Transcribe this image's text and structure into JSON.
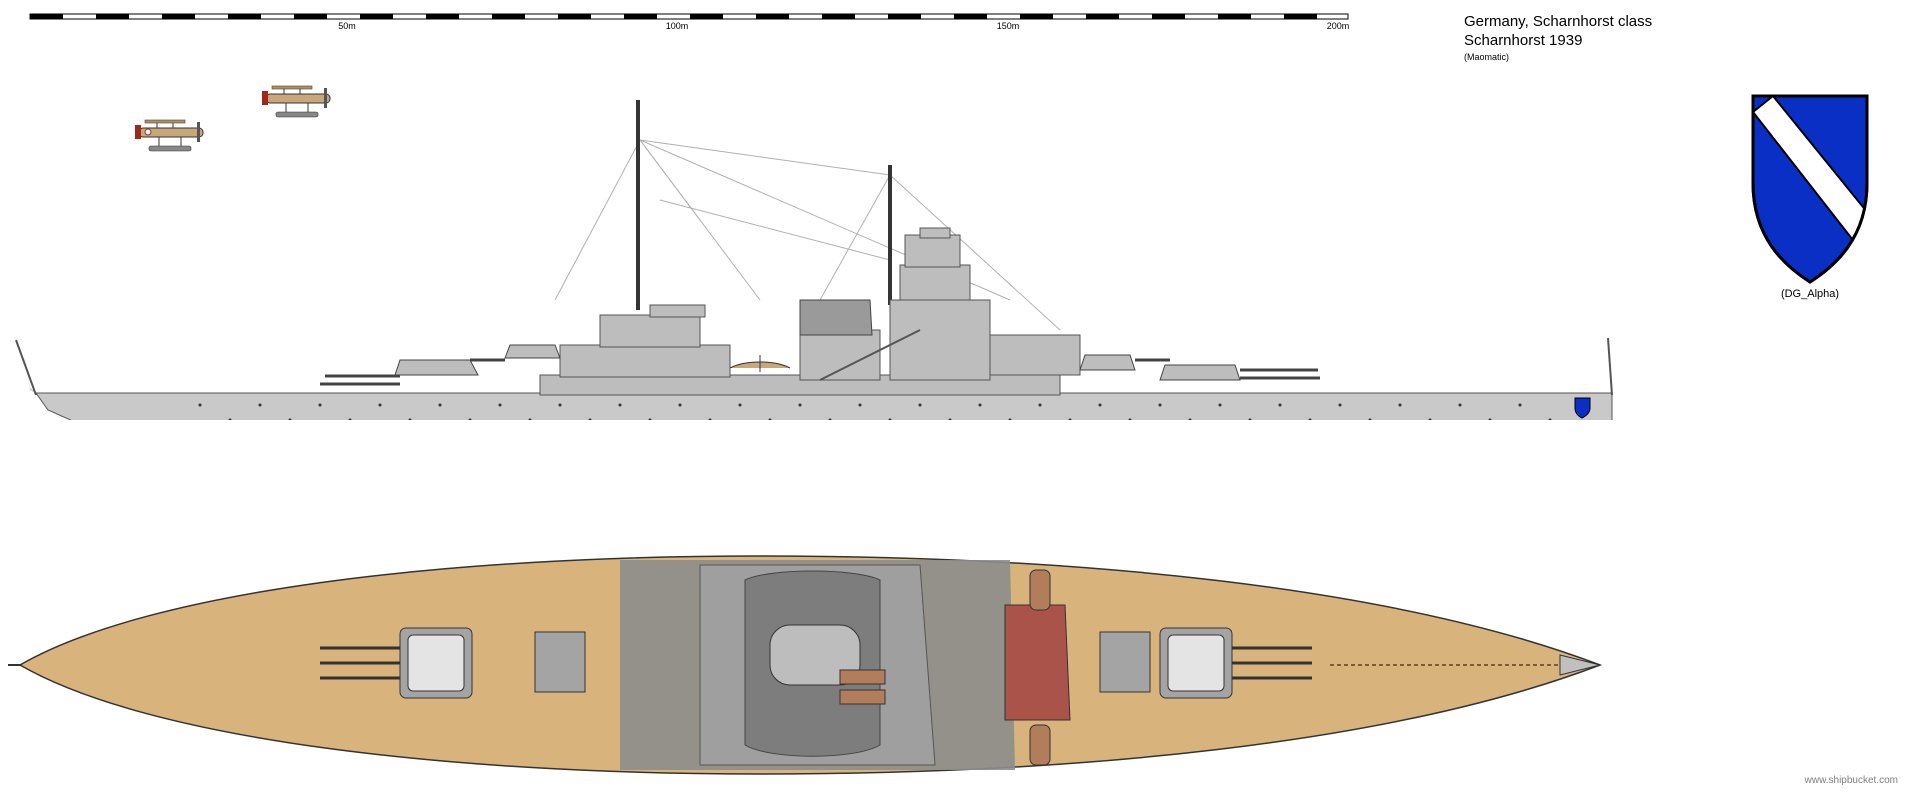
{
  "header": {
    "scale_labels": [
      "50m",
      "100m",
      "150m",
      "200m"
    ],
    "title_line_1": "Germany,  Scharnhorst  class",
    "title_line_2": "Scharnhorst  1939",
    "author": "(Maomatic)"
  },
  "crest": {
    "credit": "(DG_Alpha)",
    "field_color": "#0a2fc4",
    "bend_color": "#ffffff"
  },
  "footer": {
    "watermark": "www.shipbucket.com"
  },
  "colors": {
    "hull_grey": "#c9c9c9",
    "boot_top": "#3a3a3a",
    "antifouling_red": "#8e3b34",
    "deck_wood": "#d8b47c",
    "structure_grey": "#8d8d8d"
  }
}
